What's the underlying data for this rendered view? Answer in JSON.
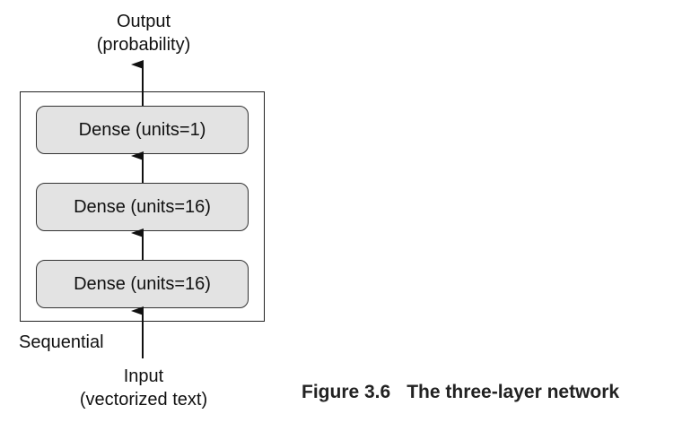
{
  "output": {
    "line1": "Output",
    "line2": "(probability)"
  },
  "input": {
    "line1": "Input",
    "line2": "(vectorized text)"
  },
  "container": {
    "label": "Sequential"
  },
  "layers": [
    {
      "label": "Dense (units=1)"
    },
    {
      "label": "Dense (units=16)"
    },
    {
      "label": "Dense (units=16)"
    }
  ],
  "caption": {
    "number": "Figure 3.6",
    "text": "The three-layer network"
  }
}
